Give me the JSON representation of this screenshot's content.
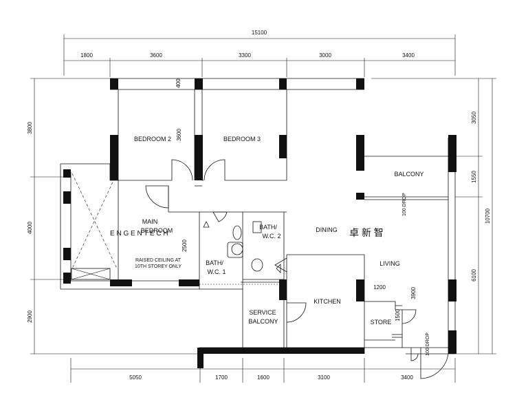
{
  "dimensions": {
    "top_total": "15100",
    "top_segments": [
      "1800",
      "3600",
      "3300",
      "3000",
      "3400"
    ],
    "bottom_segments": [
      "5050",
      "1700",
      "1600",
      "3100",
      "3400"
    ],
    "left_segments": [
      "3800",
      "4000",
      "2900"
    ],
    "right_total": "10700",
    "right_segments": [
      "3050",
      "1550",
      "6100"
    ],
    "inner": {
      "bed2_height": "3600",
      "top_wall": "400",
      "main_bed_inner": "2500",
      "store_width": "1200",
      "store_depth": "3900",
      "store_door": "1500",
      "drop_1": "100 DROP",
      "drop_2": "100 DROP"
    }
  },
  "rooms": {
    "bedroom2": "BEDROOM 2",
    "bedroom3": "BEDROOM 3",
    "balcony": "BALCONY",
    "main_bedroom_1": "MAIN",
    "main_bedroom_2": "BEDROOM",
    "dining": "DINING",
    "living": "LIVING",
    "bath2_1": "BATH/",
    "bath2_2": "W.C. 2",
    "bath1_1": "BATH/",
    "bath1_2": "W.C. 1",
    "kitchen": "KITCHEN",
    "service_balcony_1": "SERVICE",
    "service_balcony_2": "BALCONY",
    "store": "STORE"
  },
  "notes": {
    "raised_ceiling_1": "RAISED CEILING AT",
    "raised_ceiling_2": "10TH STOREY ONLY"
  },
  "watermark": {
    "latin": "E  N  G  E  N  T  E  C  H",
    "chinese": "卓 新 智"
  }
}
